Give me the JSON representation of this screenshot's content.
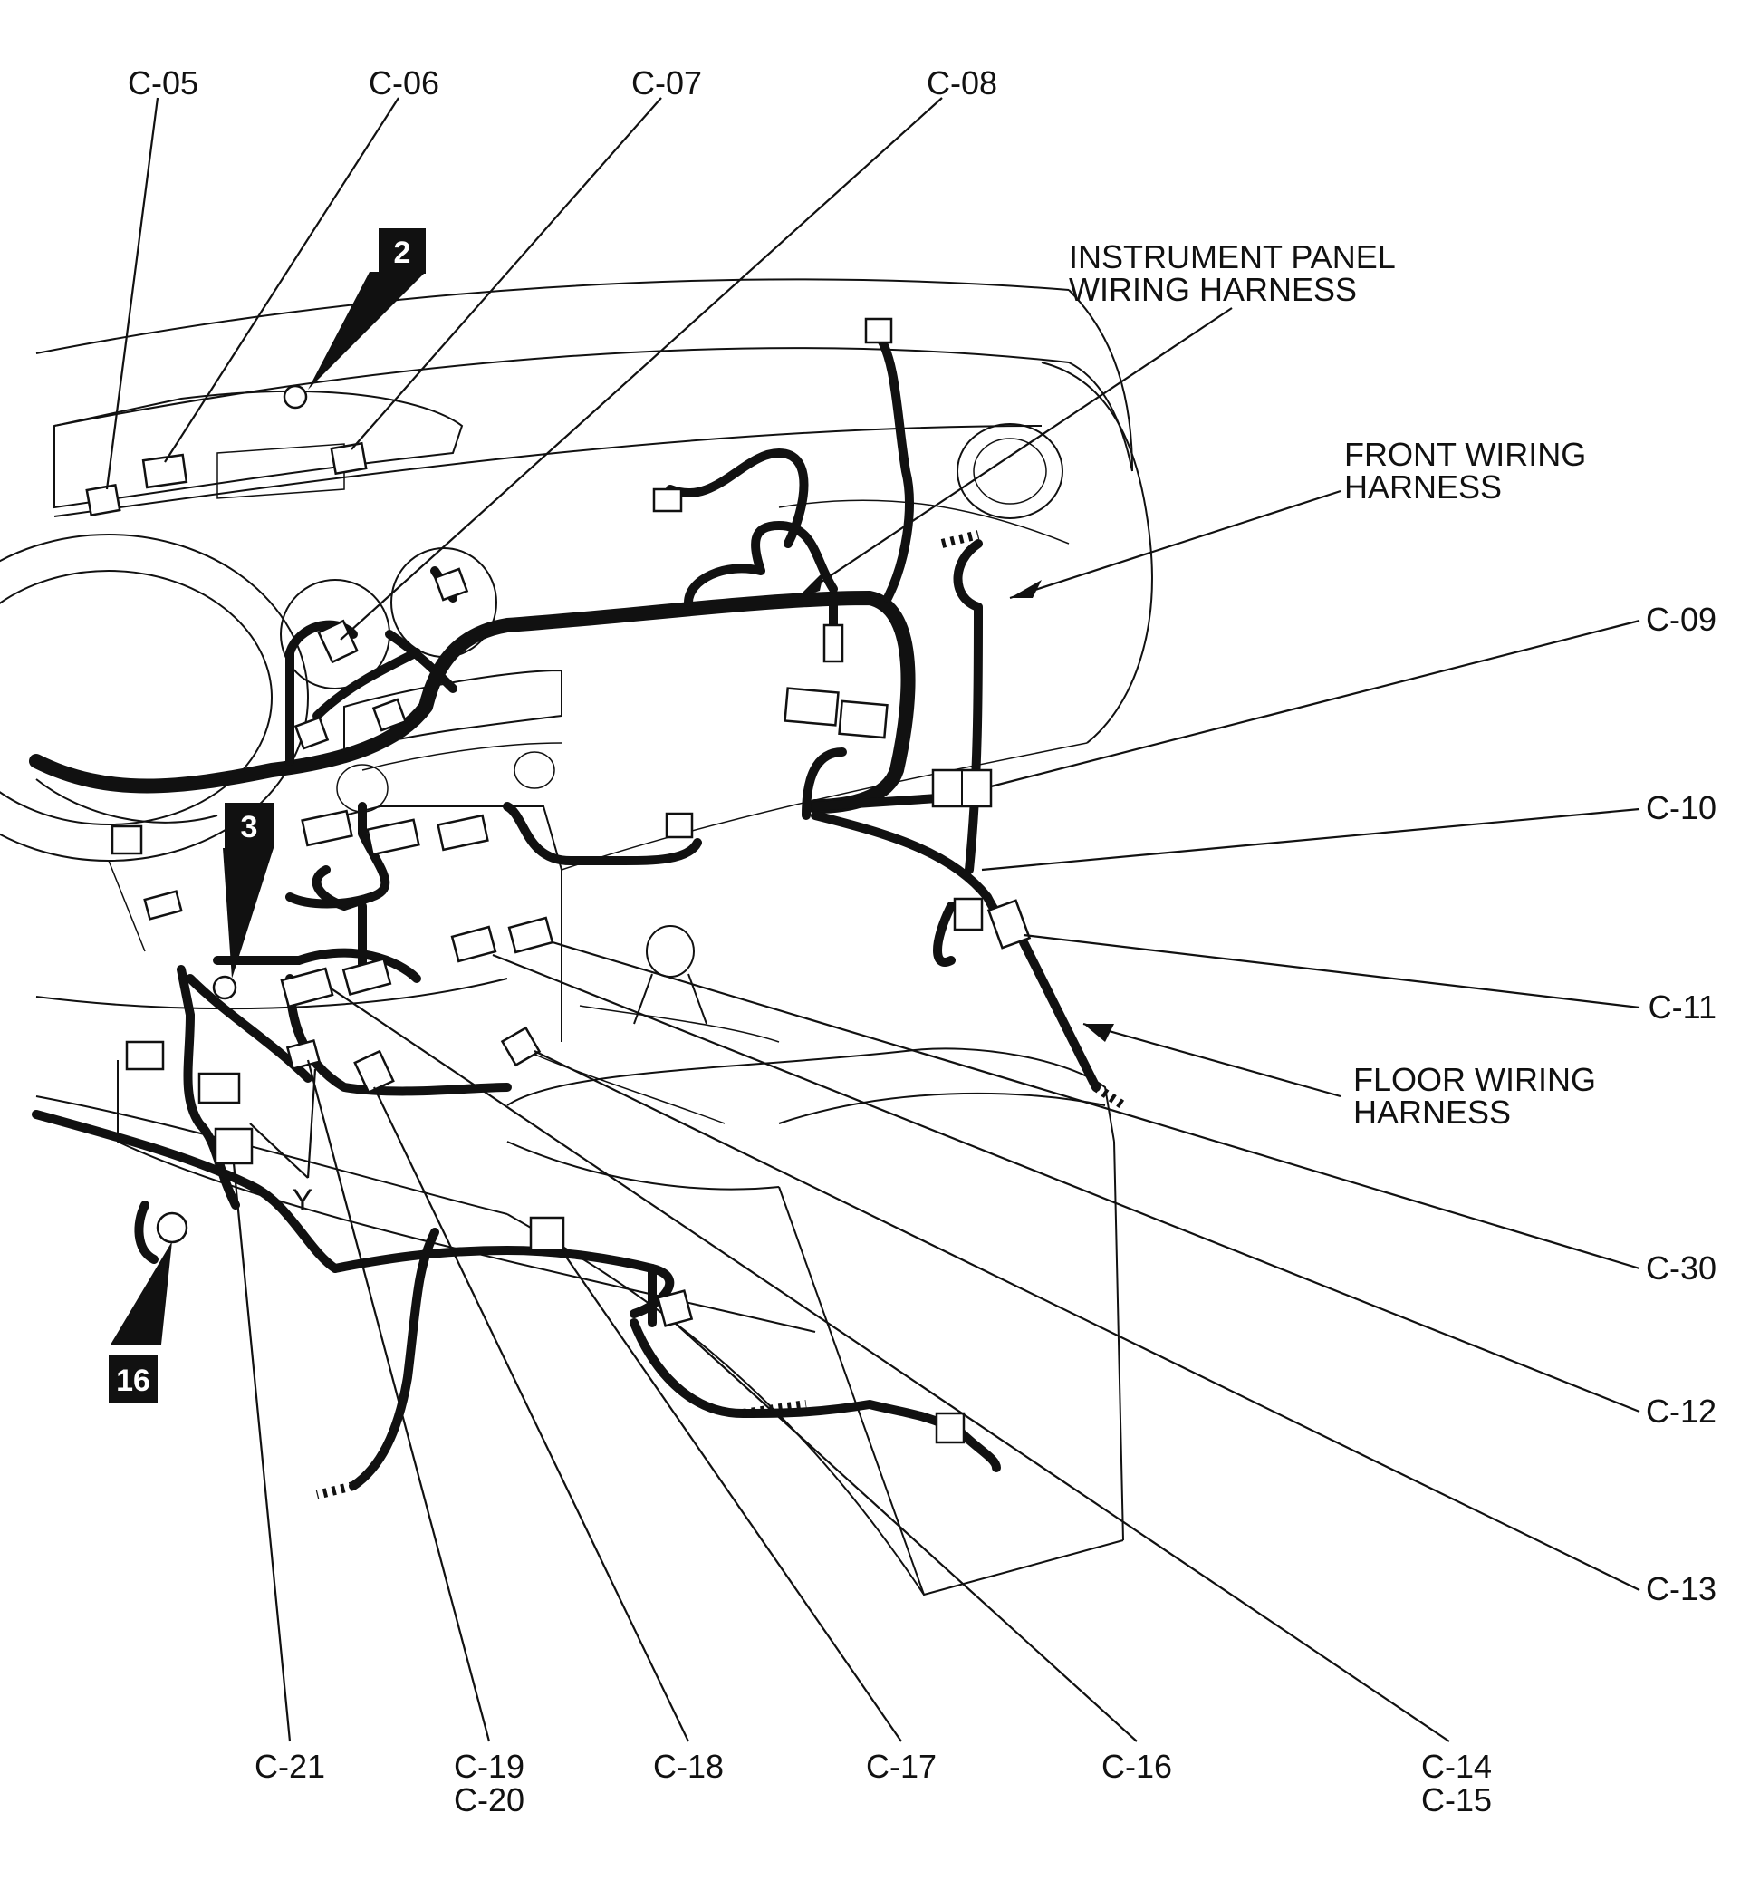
{
  "labels": {
    "c05": "C-05",
    "c06": "C-06",
    "c07": "C-07",
    "c08": "C-08",
    "c09": "C-09",
    "c10": "C-10",
    "c11": "C-11",
    "c30": "C-30",
    "c12": "C-12",
    "c13": "C-13",
    "c14": "C-14",
    "c15": "C-15",
    "c16": "C-16",
    "c17": "C-17",
    "c18": "C-18",
    "c19": "C-19",
    "c20": "C-20",
    "c21": "C-21",
    "y": "Y"
  },
  "harness_labels": {
    "instrument_panel_line1": "INSTRUMENT PANEL",
    "instrument_panel_line2": "WIRING HARNESS",
    "front_line1": "FRONT WIRING",
    "front_line2": "HARNESS",
    "floor_line1": "FLOOR WIRING",
    "floor_line2": "HARNESS"
  },
  "ground_badges": {
    "badge_2": "2",
    "badge_3": "3",
    "badge_16": "16"
  }
}
